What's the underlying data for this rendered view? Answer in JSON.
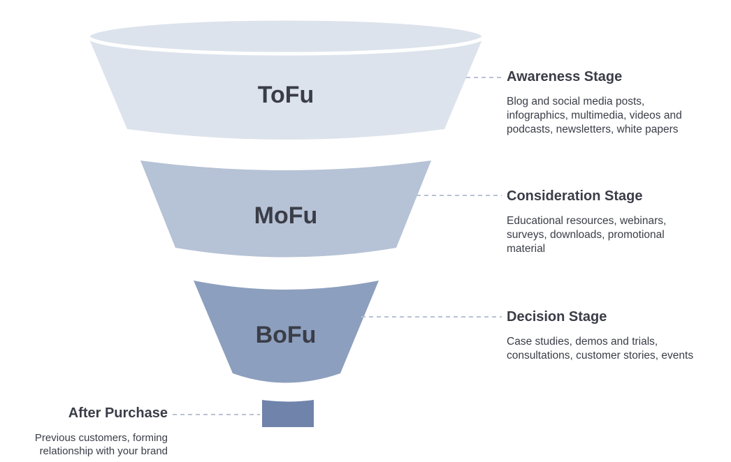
{
  "funnel": {
    "colors": {
      "tofu": "#dde3ec",
      "mofu": "#b6c2d5",
      "bofu": "#8d9fbe",
      "after": "#6f83ab",
      "connector": "#b8c2d4",
      "text": "#3a3d47"
    },
    "layers": [
      {
        "label": "ToFu"
      },
      {
        "label": "MoFu"
      },
      {
        "label": "BoFu"
      }
    ]
  },
  "stages": {
    "awareness": {
      "title": "Awareness Stage",
      "lines": [
        "Blog and social media posts,",
        "infographics, multimedia, videos and",
        "podcasts, newsletters, white papers"
      ]
    },
    "consideration": {
      "title": "Consideration Stage",
      "lines": [
        "Educational resources, webinars,",
        "surveys, downloads, promotional",
        "material"
      ]
    },
    "decision": {
      "title": "Decision Stage",
      "lines": [
        "Case studies, demos and trials,",
        "consultations, customer stories, events"
      ]
    },
    "after_purchase": {
      "title": "After Purchase",
      "lines": [
        "Previous customers, forming",
        "relationship with your brand"
      ]
    }
  }
}
